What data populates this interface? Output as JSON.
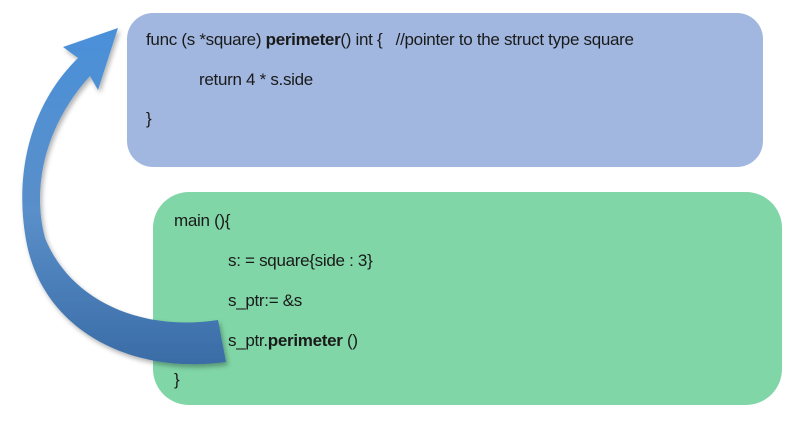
{
  "diagram": {
    "title": "",
    "method_box": {
      "color": "#a1b7e0",
      "lines": [
        {
          "pre": "func (s *square) ",
          "bold": "perimeter",
          "post": "() int {   //pointer to the struct type square"
        },
        {
          "pre": "return 4 * s.side",
          "bold": "",
          "post": ""
        },
        {
          "pre": "}",
          "bold": "",
          "post": ""
        }
      ]
    },
    "main_box": {
      "color": "#80d6a7",
      "lines": [
        {
          "pre": "main (){",
          "bold": "",
          "post": ""
        },
        {
          "pre": "s: = square{side : 3}",
          "bold": "",
          "post": ""
        },
        {
          "pre": "s_ptr:= &s",
          "bold": "",
          "post": ""
        },
        {
          "pre": "s_ptr.",
          "bold": "perimeter",
          "post": " ()"
        },
        {
          "pre": "}",
          "bold": "",
          "post": ""
        }
      ]
    },
    "arrow": {
      "from": "s_ptr.perimeter ()",
      "to": "func (s *square) perimeter()",
      "color_start": "#3a6fa8",
      "color_end": "#4a90d9"
    }
  }
}
